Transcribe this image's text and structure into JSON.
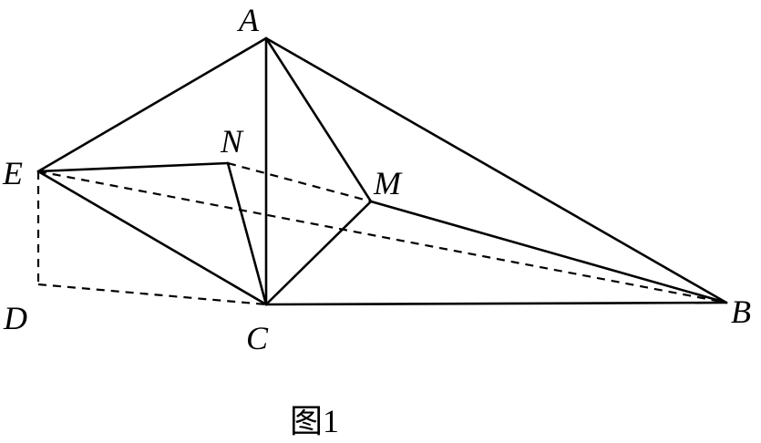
{
  "points": {
    "A": "A",
    "B": "B",
    "C": "C",
    "D": "D",
    "E": "E",
    "M": "M",
    "N": "N"
  },
  "caption": "图1"
}
